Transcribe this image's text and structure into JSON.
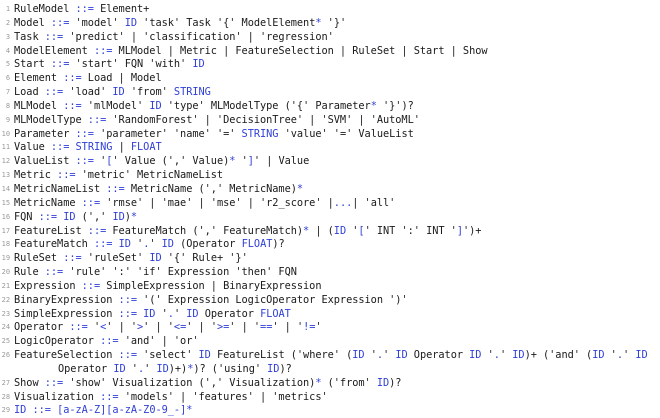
{
  "listing": {
    "lines": [
      {
        "n": "1",
        "segs": [
          [
            "RuleModel ",
            0
          ],
          [
            "::=",
            1
          ],
          [
            " Element+",
            0
          ]
        ]
      },
      {
        "n": "2",
        "segs": [
          [
            "Model ",
            0
          ],
          [
            "::=",
            1
          ],
          [
            " 'model' ",
            0
          ],
          [
            "ID",
            1
          ],
          [
            " 'task' Task '{' ModelElement",
            0
          ],
          [
            "*",
            1
          ],
          [
            " '}'",
            0
          ]
        ]
      },
      {
        "n": "3",
        "segs": [
          [
            "Task ",
            0
          ],
          [
            "::=",
            1
          ],
          [
            " 'predict' | 'classification' | 'regression'",
            0
          ]
        ]
      },
      {
        "n": "4",
        "segs": [
          [
            "ModelElement ",
            0
          ],
          [
            "::=",
            1
          ],
          [
            " MLModel | Metric | FeatureSelection | RuleSet | Start | Show",
            0
          ]
        ]
      },
      {
        "n": "5",
        "segs": [
          [
            "Start ",
            0
          ],
          [
            "::=",
            1
          ],
          [
            " 'start' FQN 'with' ",
            0
          ],
          [
            "ID",
            1
          ]
        ]
      },
      {
        "n": "6",
        "segs": [
          [
            "Element ",
            0
          ],
          [
            "::=",
            1
          ],
          [
            " Load | Model",
            0
          ]
        ]
      },
      {
        "n": "7",
        "segs": [
          [
            "Load ",
            0
          ],
          [
            "::=",
            1
          ],
          [
            " 'load' ",
            0
          ],
          [
            "ID",
            1
          ],
          [
            " 'from' ",
            0
          ],
          [
            "STRING",
            1
          ]
        ]
      },
      {
        "n": "8",
        "segs": [
          [
            "MLModel ",
            0
          ],
          [
            "::=",
            1
          ],
          [
            " 'mlModel' ",
            0
          ],
          [
            "ID",
            1
          ],
          [
            " 'type' MLModelType ('{' Parameter",
            0
          ],
          [
            "*",
            1
          ],
          [
            " '}')?",
            0
          ]
        ]
      },
      {
        "n": "9",
        "segs": [
          [
            "MLModelType ",
            0
          ],
          [
            "::=",
            1
          ],
          [
            " 'RandomForest' | 'DecisionTree' | 'SVM' | 'AutoML'",
            0
          ]
        ]
      },
      {
        "n": "10",
        "segs": [
          [
            "Parameter ",
            0
          ],
          [
            "::=",
            1
          ],
          [
            " 'parameter' 'name' '=' ",
            0
          ],
          [
            "STRING",
            1
          ],
          [
            " 'value' '=' ValueList",
            0
          ]
        ]
      },
      {
        "n": "11",
        "segs": [
          [
            "Value ",
            0
          ],
          [
            "::=",
            1
          ],
          [
            " ",
            0
          ],
          [
            "STRING",
            1
          ],
          [
            " | ",
            0
          ],
          [
            "FLOAT",
            1
          ]
        ]
      },
      {
        "n": "12",
        "segs": [
          [
            "ValueList ",
            0
          ],
          [
            "::=",
            1
          ],
          [
            " '",
            0
          ],
          [
            "[",
            1
          ],
          [
            "' Value (',' Value)",
            0
          ],
          [
            "*",
            1
          ],
          [
            " '",
            0
          ],
          [
            "]",
            1
          ],
          [
            "' | Value",
            0
          ]
        ]
      },
      {
        "n": "13",
        "segs": [
          [
            "Metric ",
            0
          ],
          [
            "::=",
            1
          ],
          [
            " 'metric' MetricNameList",
            0
          ]
        ]
      },
      {
        "n": "14",
        "segs": [
          [
            "MetricNameList ",
            0
          ],
          [
            "::=",
            1
          ],
          [
            " MetricName (',' MetricName)",
            0
          ],
          [
            "*",
            1
          ]
        ]
      },
      {
        "n": "15",
        "segs": [
          [
            "MetricName ",
            0
          ],
          [
            "::=",
            1
          ],
          [
            " 'rmse' | 'mae' | 'mse' | 'r2_score' |",
            0
          ],
          [
            "...",
            1
          ],
          [
            "| 'all'",
            0
          ]
        ]
      },
      {
        "n": "16",
        "segs": [
          [
            "FQN ",
            0
          ],
          [
            "::=",
            1
          ],
          [
            " ",
            0
          ],
          [
            "ID",
            1
          ],
          [
            " (',' ",
            0
          ],
          [
            "ID",
            1
          ],
          [
            ")",
            0
          ],
          [
            "*",
            1
          ]
        ]
      },
      {
        "n": "17",
        "segs": [
          [
            "FeatureList ",
            0
          ],
          [
            "::=",
            1
          ],
          [
            " FeatureMatch (',' FeatureMatch)",
            0
          ],
          [
            "*",
            1
          ],
          [
            " | (",
            0
          ],
          [
            "ID",
            1
          ],
          [
            " '",
            0
          ],
          [
            "[",
            1
          ],
          [
            "' INT ':' INT '",
            0
          ],
          [
            "]",
            1
          ],
          [
            "')+",
            0
          ]
        ]
      },
      {
        "n": "18",
        "segs": [
          [
            "FeatureMatch ",
            0
          ],
          [
            "::=",
            1
          ],
          [
            " ",
            0
          ],
          [
            "ID",
            1
          ],
          [
            " '",
            0
          ],
          [
            ".",
            1
          ],
          [
            "' ",
            0
          ],
          [
            "ID",
            1
          ],
          [
            " (Operator ",
            0
          ],
          [
            "FLOAT",
            1
          ],
          [
            ")?",
            0
          ]
        ]
      },
      {
        "n": "19",
        "segs": [
          [
            "RuleSet ",
            0
          ],
          [
            "::=",
            1
          ],
          [
            " 'ruleSet' ",
            0
          ],
          [
            "ID",
            1
          ],
          [
            " '{' Rule+ '}'",
            0
          ]
        ]
      },
      {
        "n": "20",
        "segs": [
          [
            "Rule ",
            0
          ],
          [
            "::=",
            1
          ],
          [
            " 'rule' ':' 'if' Expression 'then' FQN",
            0
          ]
        ]
      },
      {
        "n": "21",
        "segs": [
          [
            "Expression ",
            0
          ],
          [
            "::=",
            1
          ],
          [
            " SimpleExpression | BinaryExpression",
            0
          ]
        ]
      },
      {
        "n": "22",
        "segs": [
          [
            "BinaryExpression ",
            0
          ],
          [
            "::=",
            1
          ],
          [
            " '(' Expression LogicOperator Expression ')'",
            0
          ]
        ]
      },
      {
        "n": "23",
        "segs": [
          [
            "SimpleExpression ",
            0
          ],
          [
            "::=",
            1
          ],
          [
            " ",
            0
          ],
          [
            "ID",
            1
          ],
          [
            " '",
            0
          ],
          [
            ".",
            1
          ],
          [
            "' ",
            0
          ],
          [
            "ID",
            1
          ],
          [
            " Operator ",
            0
          ],
          [
            "FLOAT",
            1
          ]
        ]
      },
      {
        "n": "24",
        "segs": [
          [
            "Operator ",
            0
          ],
          [
            "::=",
            1
          ],
          [
            " '",
            0
          ],
          [
            "<",
            1
          ],
          [
            "' | '",
            0
          ],
          [
            ">",
            1
          ],
          [
            "' | '",
            0
          ],
          [
            "<=",
            1
          ],
          [
            "' | '",
            0
          ],
          [
            ">=",
            1
          ],
          [
            "' | '",
            0
          ],
          [
            "==",
            1
          ],
          [
            "' | '",
            0
          ],
          [
            "!=",
            1
          ],
          [
            "'",
            0
          ]
        ]
      },
      {
        "n": "25",
        "segs": [
          [
            "LogicOperator ",
            0
          ],
          [
            "::=",
            1
          ],
          [
            " 'and' | 'or'",
            0
          ]
        ]
      },
      {
        "n": "26",
        "segs": [
          [
            "FeatureSelection ",
            0
          ],
          [
            "::=",
            1
          ],
          [
            " 'select' ",
            0
          ],
          [
            "ID",
            1
          ],
          [
            " FeatureList ('where' (",
            0
          ],
          [
            "ID",
            1
          ],
          [
            " '",
            0
          ],
          [
            ".",
            1
          ],
          [
            "' ",
            0
          ],
          [
            "ID",
            1
          ],
          [
            " Operator ",
            0
          ],
          [
            "ID",
            1
          ],
          [
            " '",
            0
          ],
          [
            ".",
            1
          ],
          [
            "' ",
            0
          ],
          [
            "ID",
            1
          ],
          [
            ")+ ('and' (",
            0
          ],
          [
            "ID",
            1
          ],
          [
            " '",
            0
          ],
          [
            ".",
            1
          ],
          [
            "' ",
            0
          ],
          [
            "ID",
            1
          ]
        ]
      },
      {
        "n": "",
        "cont": true,
        "segs": [
          [
            "Operator ",
            0
          ],
          [
            "ID",
            1
          ],
          [
            " '",
            0
          ],
          [
            ".",
            1
          ],
          [
            "' ",
            0
          ],
          [
            "ID",
            1
          ],
          [
            ")+)",
            0
          ],
          [
            "*",
            1
          ],
          [
            ")? ('using' ",
            0
          ],
          [
            "ID",
            1
          ],
          [
            ")?",
            0
          ]
        ]
      },
      {
        "n": "27",
        "segs": [
          [
            "Show ",
            0
          ],
          [
            "::=",
            1
          ],
          [
            " 'show' Visualization (',' Visualization)",
            0
          ],
          [
            "*",
            1
          ],
          [
            " ('from' ",
            0
          ],
          [
            "ID",
            1
          ],
          [
            ")?",
            0
          ]
        ]
      },
      {
        "n": "28",
        "segs": [
          [
            "Visualization ",
            0
          ],
          [
            "::=",
            1
          ],
          [
            " 'models' | 'features' | 'metrics'",
            0
          ]
        ]
      },
      {
        "n": "29",
        "segs": [
          [
            "ID",
            1
          ],
          [
            " ",
            0
          ],
          [
            "::=",
            1
          ],
          [
            " ",
            0
          ],
          [
            "[a-zA-Z][a-zA-Z0-9_-]",
            1
          ],
          [
            "*",
            1
          ]
        ]
      }
    ]
  },
  "colors": {
    "text": "#1a1a1a",
    "keyword": "#2f3fd6",
    "line_number": "#9a9a9a",
    "background": "#ffffff"
  }
}
